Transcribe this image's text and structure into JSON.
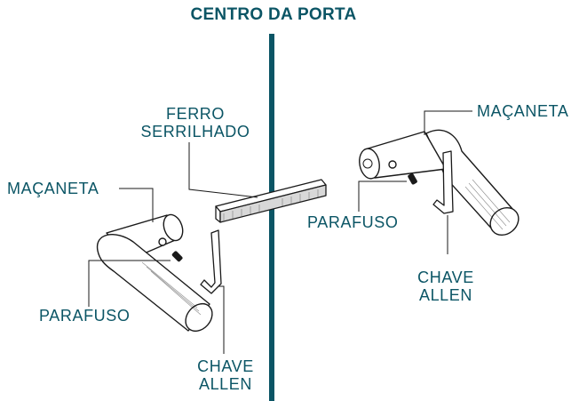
{
  "title": "CENTRO DA PORTA",
  "left": {
    "handle_label": "MAÇANETA",
    "screw_label": "PARAFUSO",
    "key_label_line1": "CHAVE",
    "key_label_line2": "ALLEN"
  },
  "middle": {
    "bar_label_line1": "FERRO",
    "bar_label_line2": "SERRILHADO"
  },
  "right": {
    "handle_label": "MAÇANETA",
    "screw_label": "PARAFUSO",
    "key_label_line1": "CHAVE",
    "key_label_line2": "ALLEN"
  },
  "colors": {
    "accent": "#0b5565",
    "line": "#1a1a1a"
  }
}
